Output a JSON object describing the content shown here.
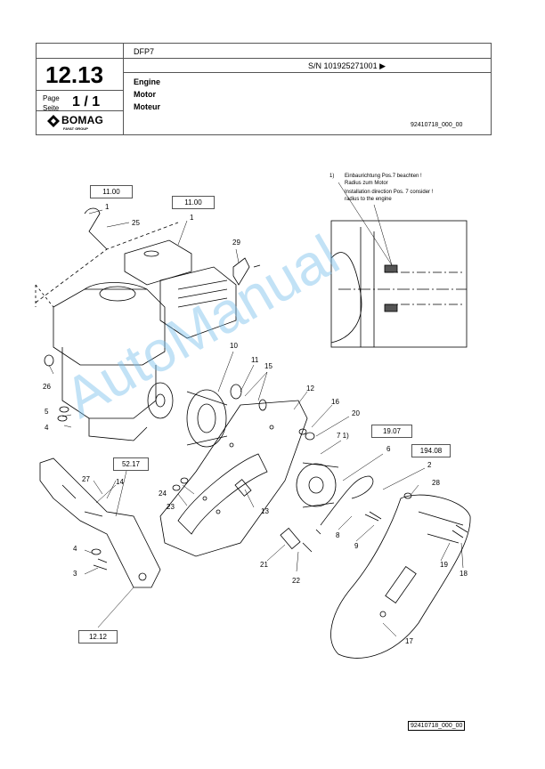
{
  "header": {
    "chapter": "12.13",
    "page_label_1": "Page",
    "page_label_2": "Seite",
    "page_number": "1 / 1",
    "brand": "BOMAG",
    "brand_sub": "FAYAT GROUP",
    "model": "DFP7",
    "serial": "S/N 101925271001  ▶",
    "title_en": "Engine",
    "title_de": "Motor",
    "title_fr": "Moteur",
    "doc_ref": "92410718_000_00"
  },
  "note": {
    "number": "1)",
    "lines": [
      "Einbaurichtung Pos.7 beachten !",
      "Radius  zum Motor",
      "Installation direction Pos. 7 consider !",
      "radius to the engine"
    ]
  },
  "ref_boxes": [
    "11.00",
    "11.00",
    "52.17",
    "19.07",
    "194.08",
    "12.12"
  ],
  "callouts": [
    "1",
    "25",
    "1",
    "29",
    "26",
    "10",
    "11",
    "15",
    "12",
    "16",
    "20",
    "5",
    "4",
    "7 1)",
    "6",
    "2",
    "28",
    "27",
    "14",
    "24",
    "23",
    "13",
    "8",
    "9",
    "19",
    "18",
    "4",
    "3",
    "21",
    "22",
    "17"
  ],
  "footer": "92410718_000_00",
  "watermark": "AutoManual",
  "colors": {
    "watermark": "#78BEEB",
    "line": "#000000"
  }
}
